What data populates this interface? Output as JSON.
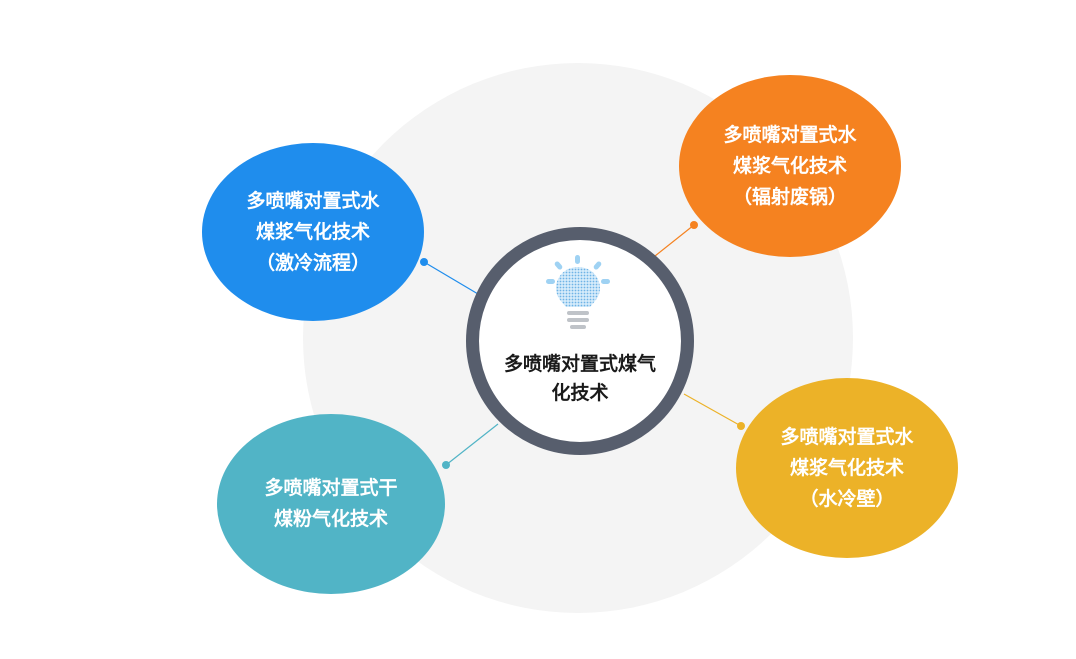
{
  "center": {
    "title": "多喷嘴对置式煤气\n化技术",
    "ring_color": "#575e6d",
    "icon": "lightbulb-icon",
    "icon_color": "#7ec4ef"
  },
  "nodes": [
    {
      "id": "top-left",
      "label": "多喷嘴对置式水\n煤浆气化技术\n（激冷流程）",
      "color": "#1f8ded"
    },
    {
      "id": "top-right",
      "label": "多喷嘴对置式水\n煤浆气化技术\n（辐射废锅）",
      "color": "#f58220"
    },
    {
      "id": "bottom-left",
      "label": "多喷嘴对置式干\n煤粉气化技术",
      "color": "#51b4c6"
    },
    {
      "id": "bottom-right",
      "label": "多喷嘴对置式水\n煤浆气化技术\n（水冷壁）",
      "color": "#ecb228"
    }
  ],
  "background_disc_color": "#f4f4f4"
}
